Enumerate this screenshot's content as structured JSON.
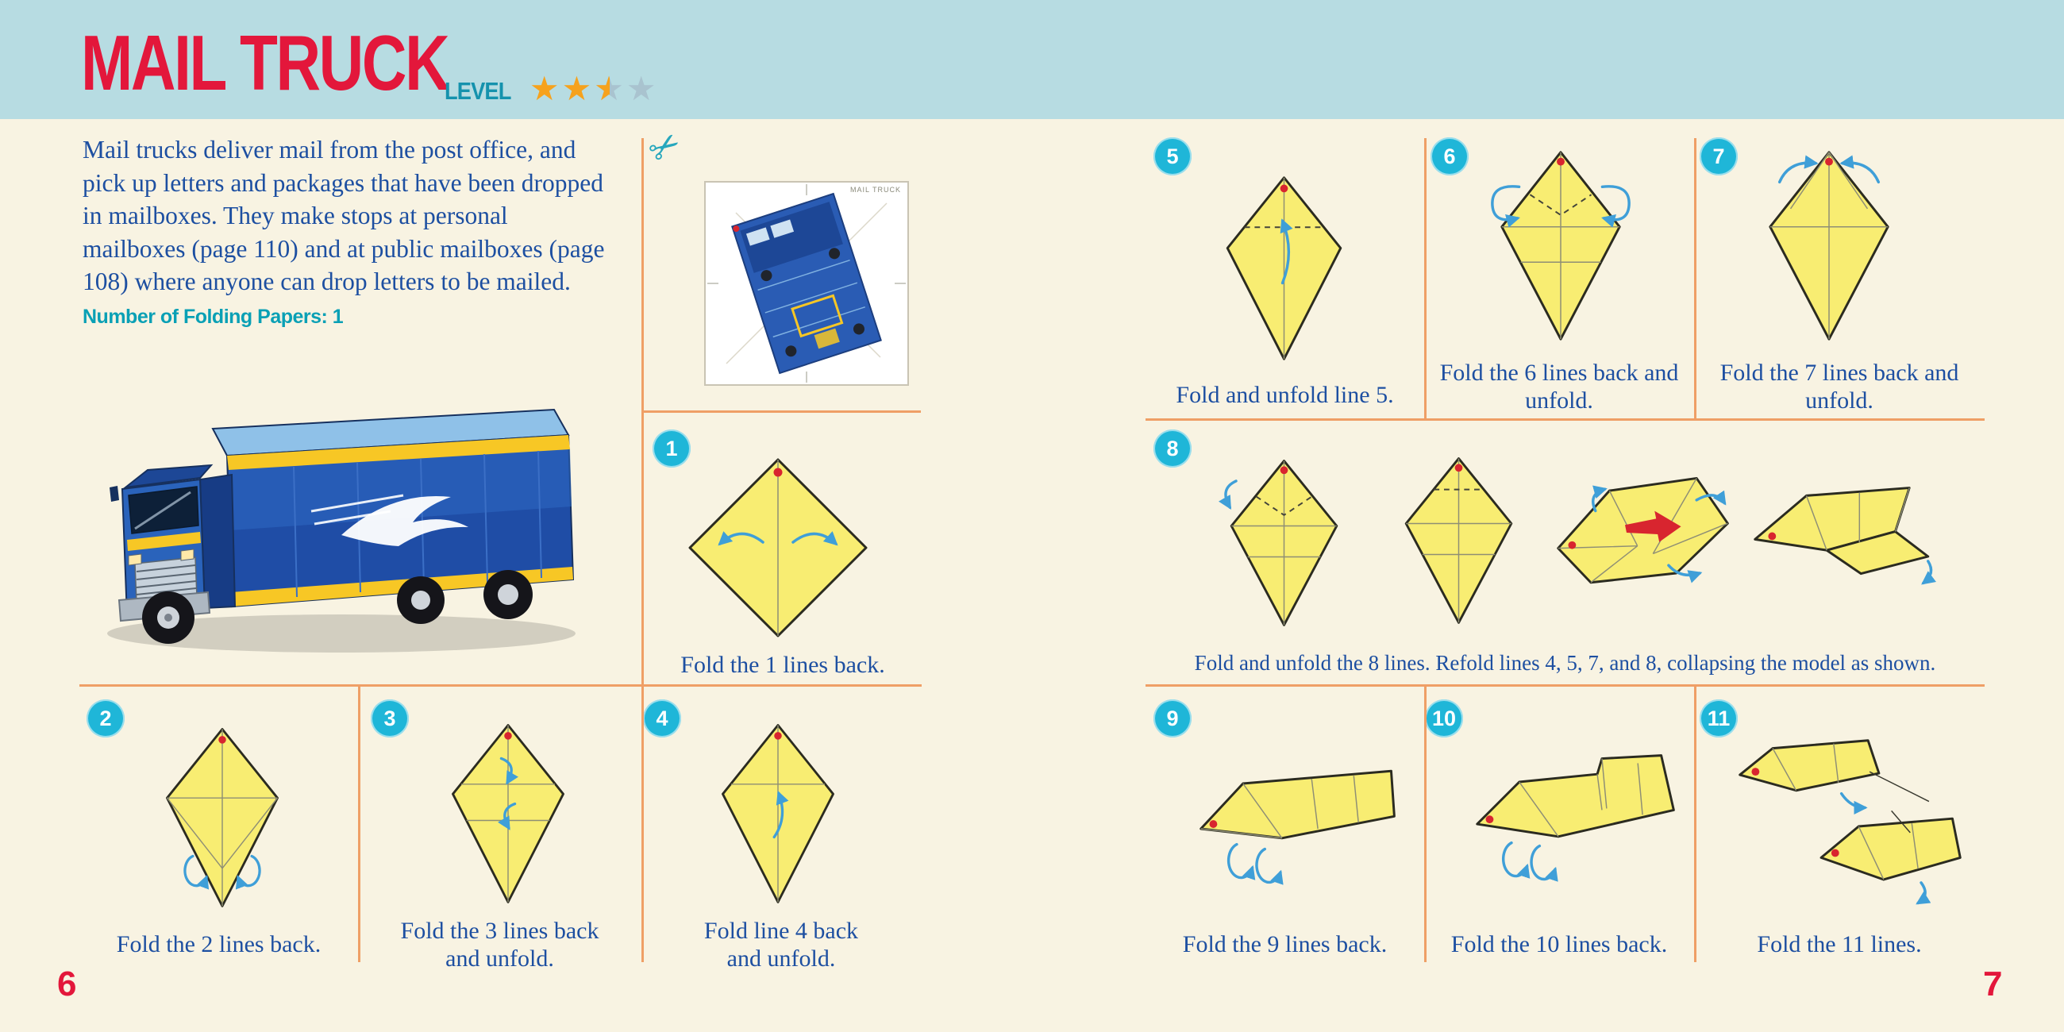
{
  "banner": {
    "title": "MAIL TRUCK",
    "level_label": "LEVEL",
    "stars": [
      "full",
      "full",
      "half",
      "empty"
    ]
  },
  "icons": {
    "scissors": "✂"
  },
  "colors": {
    "title_red": "#e3173b",
    "banner_blue": "#b7dce2",
    "step_badge_teal": "#1fb6d8",
    "caption_blue": "#1d4fa1",
    "divider_orange": "#ef9f66",
    "paper_yellow": "#f8ed72",
    "star_orange": "#f6a21d",
    "note_teal": "#0aa0b5"
  },
  "left_page": {
    "page_number": "6",
    "intro_text": "Mail trucks deliver mail from the post office, and pick up letters and packages that have been dropped in mailboxes. They make stops at personal mailboxes (page 110) and at public mailboxes (page 108) where anyone can drop letters to be mailed.",
    "papers_note": "Number of Folding Papers: 1",
    "paper_label": "MAIL TRUCK",
    "steps": [
      {
        "num": "1",
        "caption": "Fold the 1 lines back."
      },
      {
        "num": "2",
        "caption": "Fold the 2 lines back."
      },
      {
        "num": "3",
        "caption": "Fold the 3 lines back\nand unfold."
      },
      {
        "num": "4",
        "caption": "Fold line 4 back\nand unfold."
      }
    ]
  },
  "right_page": {
    "page_number": "7",
    "steps": [
      {
        "num": "5",
        "caption": "Fold and unfold line 5."
      },
      {
        "num": "6",
        "caption": "Fold the 6 lines back and\nunfold."
      },
      {
        "num": "7",
        "caption": "Fold the 7 lines back and\nunfold."
      },
      {
        "num": "8",
        "caption": "Fold and unfold the 8 lines. Refold lines 4, 5, 7, and 8, collapsing the model as shown."
      },
      {
        "num": "9",
        "caption": "Fold the 9 lines back."
      },
      {
        "num": "10",
        "caption": "Fold the 10 lines back."
      },
      {
        "num": "11",
        "caption": "Fold the 11 lines."
      }
    ]
  }
}
